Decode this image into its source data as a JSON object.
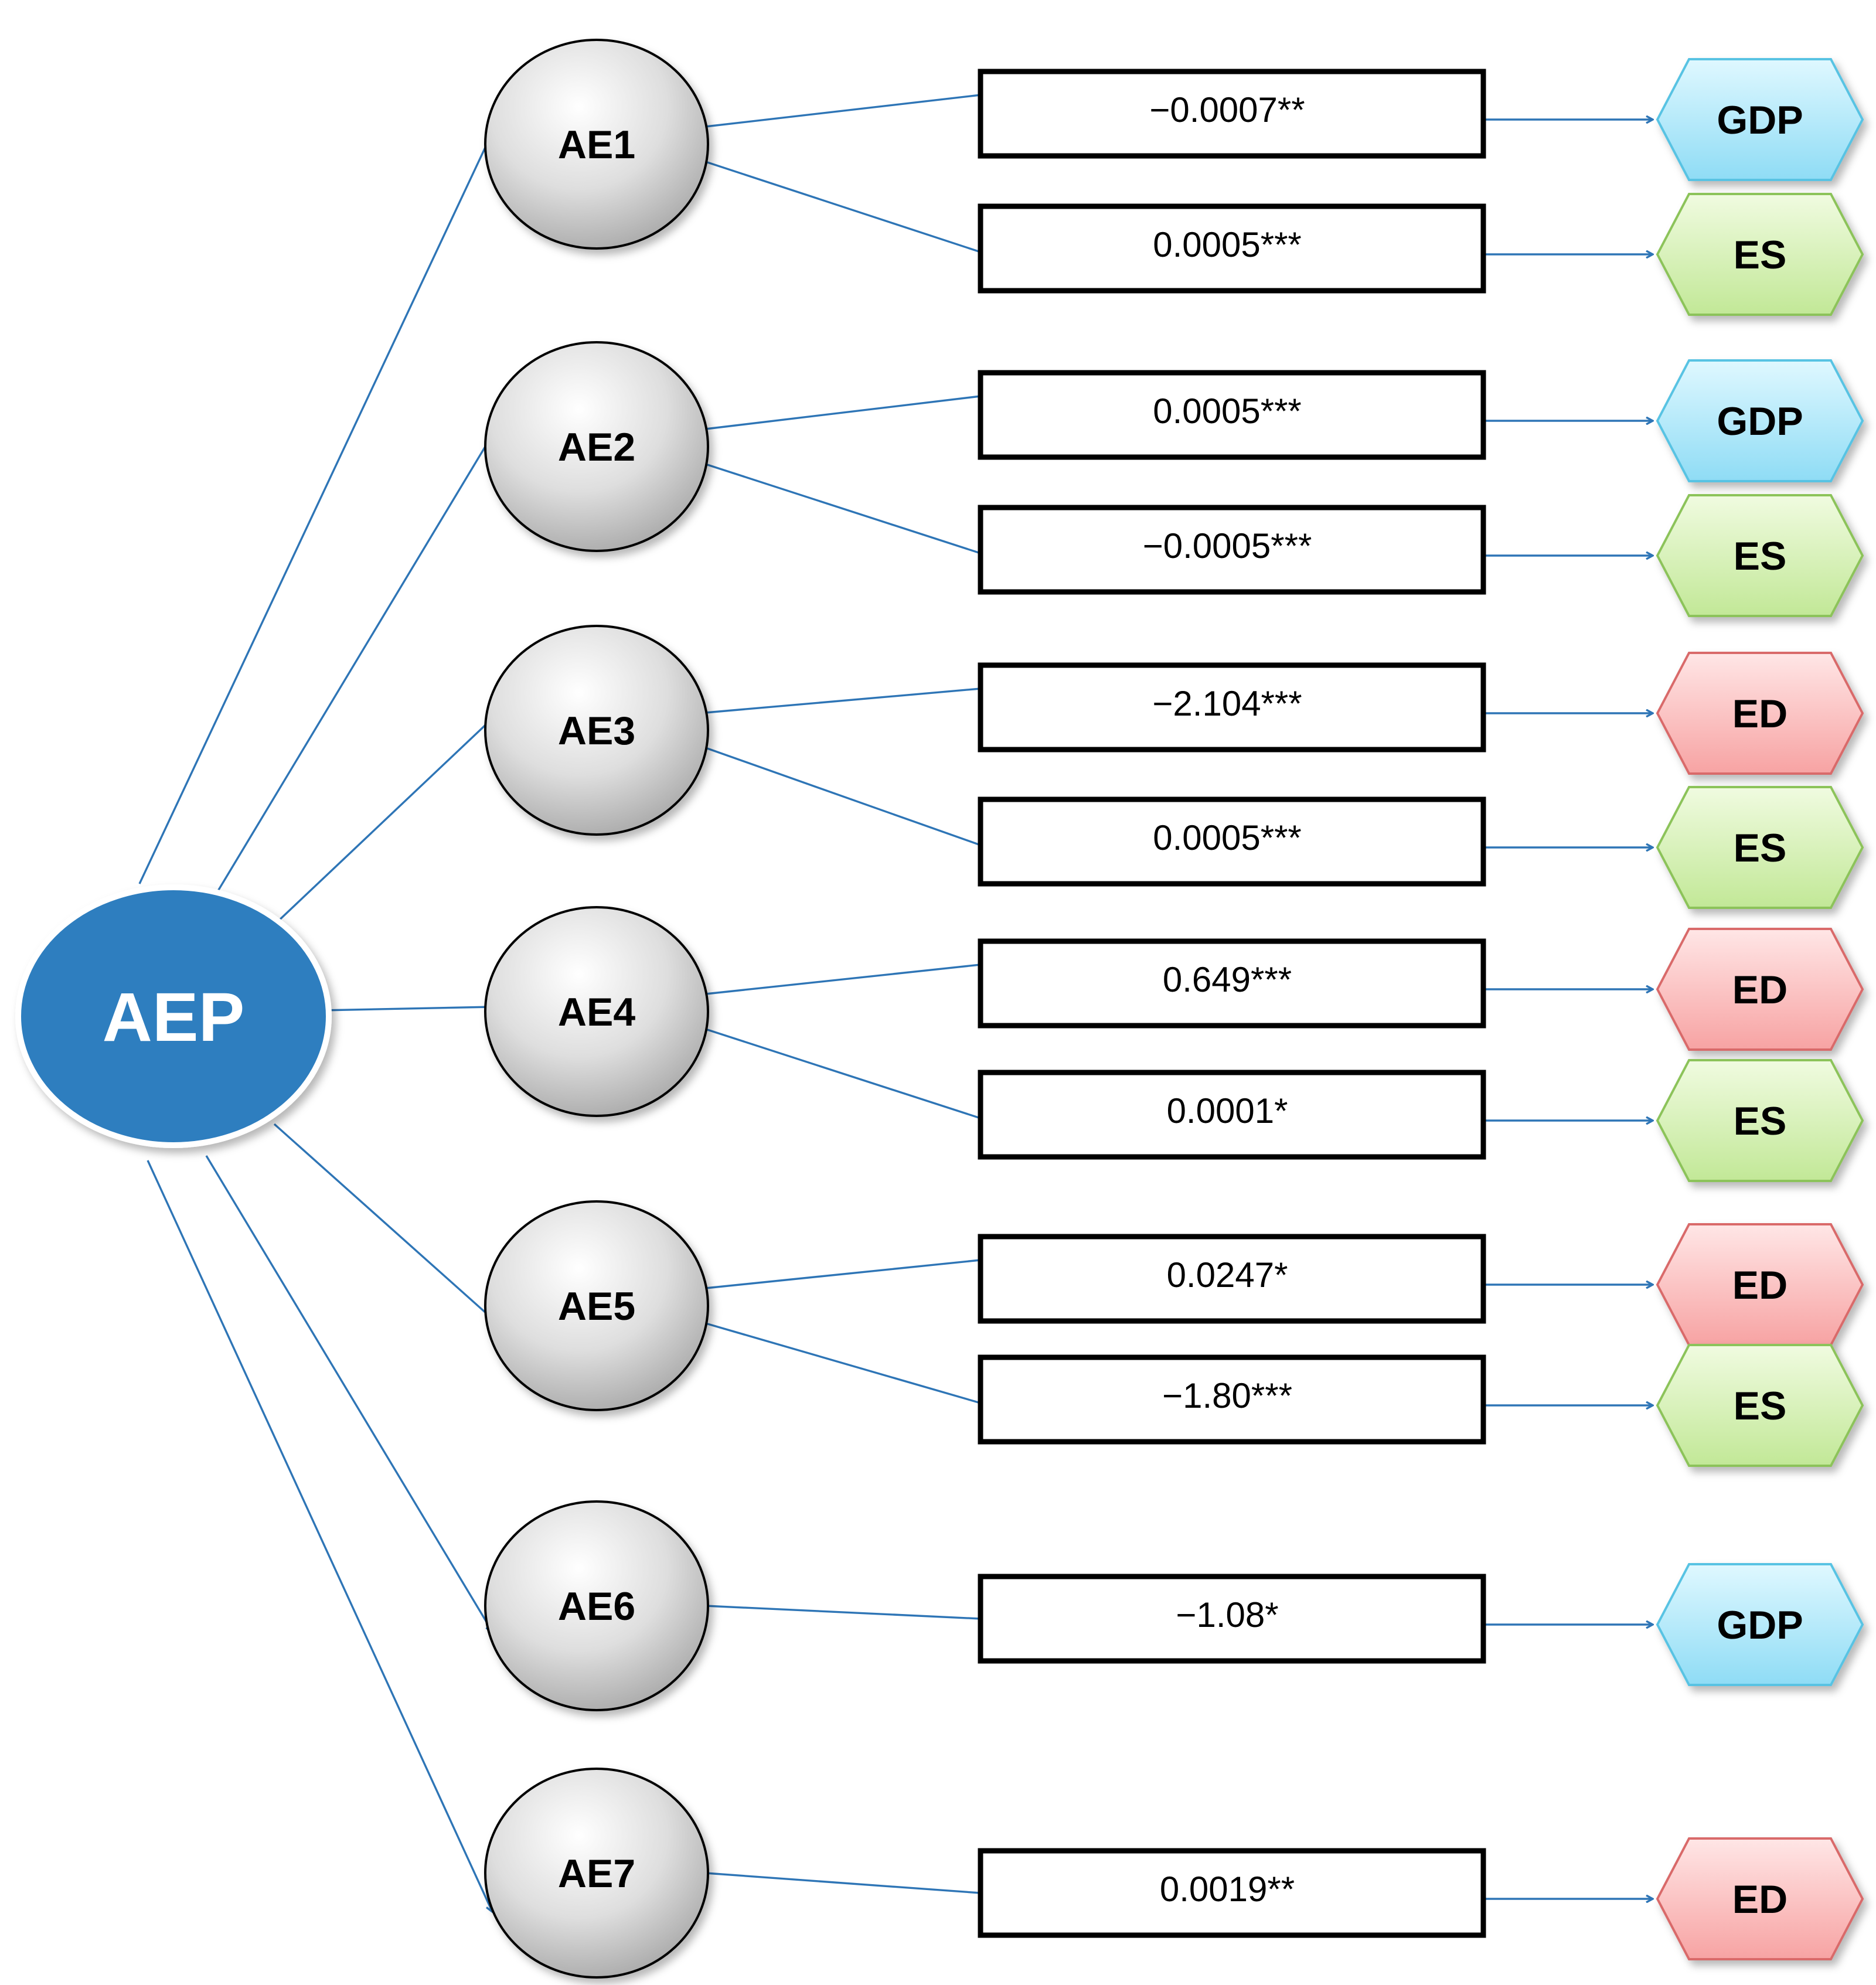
{
  "root": {
    "label": "AEP",
    "color": "#2e7ebf"
  },
  "outcome_colors": {
    "GDP": {
      "light": "#dff8ff",
      "mid": "#8fdcf5",
      "stroke": "#58c3e3"
    },
    "ES": {
      "light": "#f0fbe0",
      "mid": "#c2e897",
      "stroke": "#8cc35a"
    },
    "ED": {
      "light": "#ffe6e6",
      "mid": "#f7a3a3",
      "stroke": "#d96a6a"
    }
  },
  "edge_color": "#2e75b6",
  "nodes": [
    {
      "id": "AE1",
      "label": "AE1",
      "paths": [
        {
          "coef": "−0.0007**",
          "outcome": "GDP"
        },
        {
          "coef": "0.0005***",
          "outcome": "ES"
        }
      ]
    },
    {
      "id": "AE2",
      "label": "AE2",
      "paths": [
        {
          "coef": "0.0005***",
          "outcome": "GDP"
        },
        {
          "coef": "−0.0005***",
          "outcome": "ES"
        }
      ]
    },
    {
      "id": "AE3",
      "label": "AE3",
      "paths": [
        {
          "coef": "−2.104***",
          "outcome": "ED"
        },
        {
          "coef": "0.0005***",
          "outcome": "ES"
        }
      ]
    },
    {
      "id": "AE4",
      "label": "AE4",
      "paths": [
        {
          "coef": "0.649***",
          "outcome": "ED"
        },
        {
          "coef": "0.0001*",
          "outcome": "ES"
        }
      ]
    },
    {
      "id": "AE5",
      "label": "AE5",
      "paths": [
        {
          "coef": "0.0247*",
          "outcome": "ED"
        },
        {
          "coef": "−1.80***",
          "outcome": "ES"
        }
      ]
    },
    {
      "id": "AE6",
      "label": "AE6",
      "paths": [
        {
          "coef": "−1.08*",
          "outcome": "GDP"
        }
      ]
    },
    {
      "id": "AE7",
      "label": "AE7",
      "paths": [
        {
          "coef": "0.0019**",
          "outcome": "ED"
        }
      ]
    }
  ]
}
